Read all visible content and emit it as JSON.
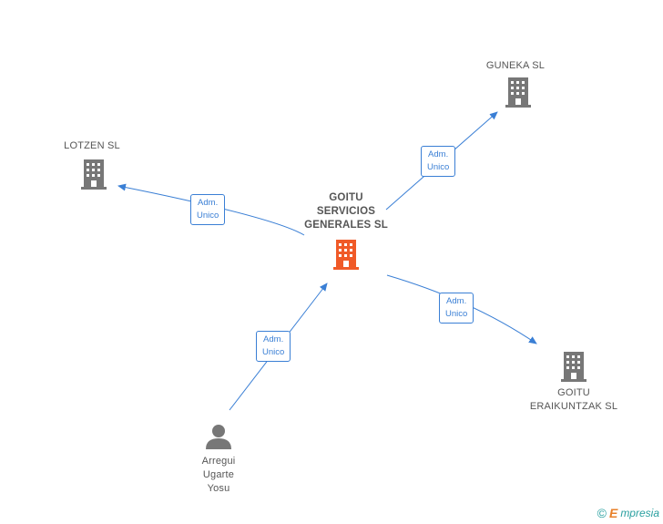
{
  "nodes": {
    "center": {
      "lines": [
        "GOITU",
        "SERVICIOS",
        "GENERALES SL"
      ],
      "icon": "building-icon",
      "color": "#f05a28"
    },
    "guneka": {
      "lines": [
        "GUNEKA SL"
      ],
      "icon": "building-icon",
      "color": "#777777"
    },
    "lotzen": {
      "lines": [
        "LOTZEN SL"
      ],
      "icon": "building-icon",
      "color": "#777777"
    },
    "eraikuntzak": {
      "lines": [
        "GOITU",
        "ERAIKUNTZAK SL"
      ],
      "icon": "building-icon",
      "color": "#777777"
    },
    "person": {
      "lines": [
        "Arregui",
        "Ugarte",
        "Yosu"
      ],
      "icon": "person-icon",
      "color": "#777777"
    }
  },
  "edges": {
    "to_guneka": [
      "Adm.",
      "Unico"
    ],
    "to_lotzen": [
      "Adm.",
      "Unico"
    ],
    "to_eraikuntzak": [
      "Adm.",
      "Unico"
    ],
    "from_person": [
      "Adm.",
      "Unico"
    ]
  },
  "colors": {
    "edge": "#3a7fd5",
    "label": "#555555"
  },
  "footer": {
    "copyright": "©",
    "brand_initial": "E",
    "brand_rest": "mpresia"
  }
}
